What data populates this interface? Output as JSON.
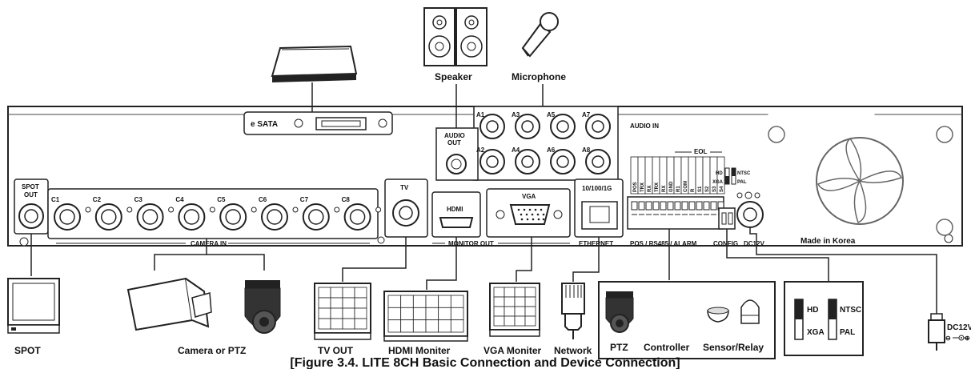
{
  "panel": {
    "esata_label": "e SATA",
    "audio_in_label": "AUDIO IN",
    "audio_out_label": [
      "AUDIO",
      "OUT"
    ],
    "audio_in_top": [
      "A1",
      "A3",
      "A5",
      "A7"
    ],
    "audio_in_bottom": [
      "A2",
      "A4",
      "A6",
      "A8"
    ],
    "spot_out_label": [
      "SPOT",
      "OUT"
    ],
    "camera_inputs": [
      "C1",
      "C2",
      "C3",
      "C4",
      "C5",
      "C6",
      "C7",
      "C8"
    ],
    "camera_in_label": "CAMERA IN",
    "tv_label": "TV",
    "hdmi_label": "HDMI",
    "vga_label": "VGA",
    "monitor_out_label": "MONITOR OUT",
    "ethernet_speed_label": "10/100/1G",
    "ethernet_label": "ETHERNET",
    "terminal_labels": [
      "POS",
      "TRX",
      "RX",
      "TRX",
      "RX",
      "GND",
      "R1",
      "COM",
      "R",
      "S1",
      "S2",
      "S3",
      "S4"
    ],
    "eol_label": "EOL",
    "pos_rs485_label": "POS / RS485 / ALARM",
    "config_label": "CONFIG",
    "config_hd": "HD",
    "config_xga": "XGA",
    "config_ntsc": "NTSC",
    "config_pal": "PAL",
    "dc12v_label": "DC12V",
    "made_in_label": "Made in Korea"
  },
  "devices": {
    "speaker": "Speaker",
    "microphone": "Microphone",
    "spot": "SPOT",
    "camera_ptz": "Camera or PTZ",
    "tv_out": "TV OUT",
    "hdmi_monitor": "HDMI Moniter",
    "vga_monitor": "VGA Moniter",
    "network": "Network",
    "ptz": "PTZ",
    "controller": "Controller",
    "sensor_relay": "Sensor/Relay",
    "config_hd": "HD",
    "config_xga": "XGA",
    "config_ntsc": "NTSC",
    "config_pal": "PAL",
    "dc12v": "DC12V"
  },
  "caption": "[Figure 3.4. LITE 8CH Basic Connection and Device Connection]"
}
